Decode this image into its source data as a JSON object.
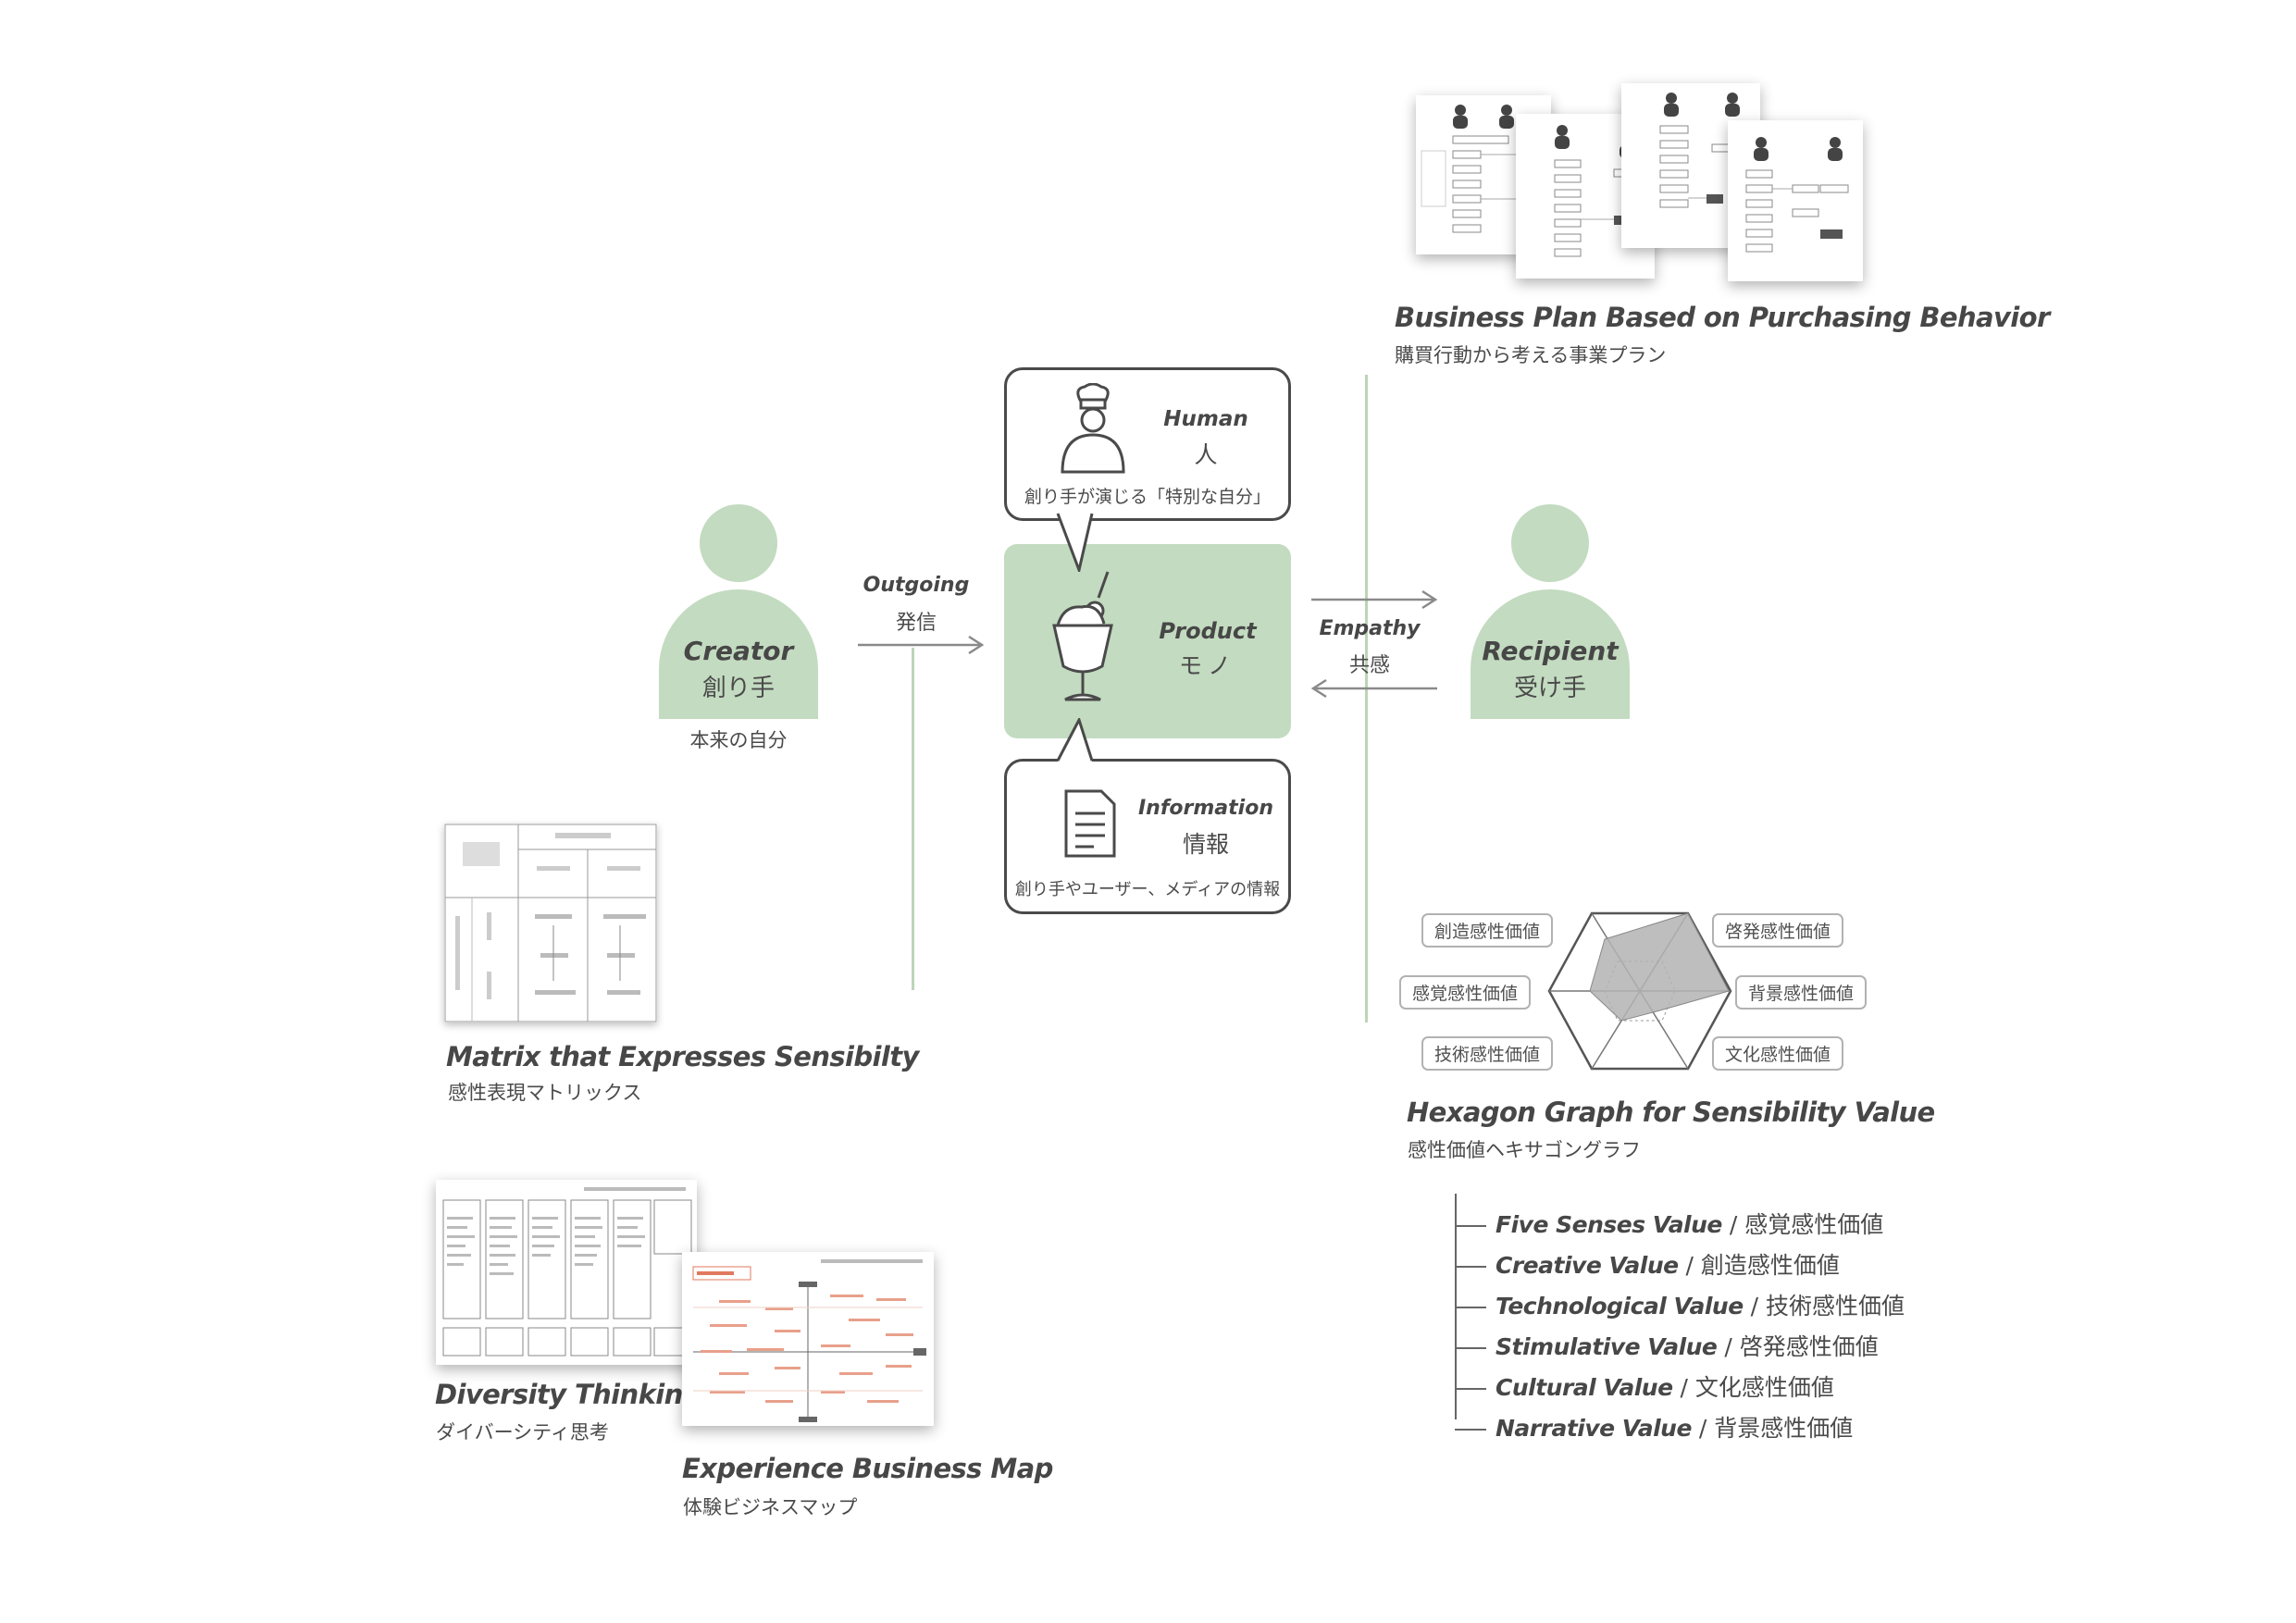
{
  "creator": {
    "en": "Creator",
    "jp": "創り手",
    "caption": "本来の自分"
  },
  "recipient": {
    "en": "Recipient",
    "jp": "受け手"
  },
  "outgoing": {
    "en": "Outgoing",
    "jp": "発信"
  },
  "empathy": {
    "en": "Empathy",
    "jp": "共感"
  },
  "product": {
    "en": "Product",
    "jp": "モノ"
  },
  "human": {
    "en": "Human",
    "jp": "人",
    "caption": "創り手が演じる「特別な自分」"
  },
  "information": {
    "en": "Information",
    "jp": "情報",
    "caption": "創り手やユーザー、メディアの情報"
  },
  "business_plan": {
    "en": "Business Plan Based on Purchasing Behavior",
    "jp": "購買行動から考える事業プラン"
  },
  "matrix": {
    "en": "Matrix that Expresses Sensibilty",
    "jp": "感性表現マトリックス"
  },
  "hexagon": {
    "en": "Hexagon Graph for Sensibility Value",
    "jp": "感性価値ヘキサゴングラフ",
    "tags": {
      "top_left": "創造感性価値",
      "mid_left": "感覚感性価値",
      "bottom_left": "技術感性価値",
      "top_right": "啓発感性価値",
      "mid_right": "背景感性価値",
      "bottom_right": "文化感性価値"
    }
  },
  "diversity": {
    "en": "Diversity Thinking",
    "jp": "ダイバーシティ思考"
  },
  "experience": {
    "en": "Experience Business Map",
    "jp": "体験ビジネスマップ"
  },
  "values": [
    {
      "en": "Five Senses Value",
      "jp": "感覚感性価値"
    },
    {
      "en": "Creative Value",
      "jp": "創造感性価値"
    },
    {
      "en": "Technological Value",
      "jp": "技術感性価値"
    },
    {
      "en": "Stimulative Value",
      "jp": "啓発感性価値"
    },
    {
      "en": "Cultural Value",
      "jp": "文化感性価値"
    },
    {
      "en": "Narrative Value",
      "jp": "背景感性価値"
    }
  ],
  "values_separator": " / ",
  "colors": {
    "green": "#c3dbc0",
    "line_green": "#bcd5b8",
    "ink": "#4a4a4a",
    "hex_fill": "#b3b3b3",
    "hex_edge": "#555555"
  }
}
